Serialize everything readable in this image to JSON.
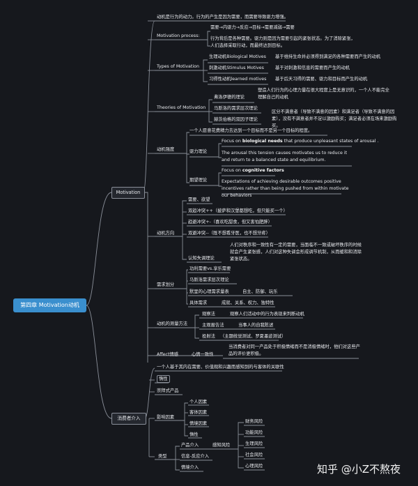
{
  "root": "第四章 Motivation动机",
  "motivation": {
    "label": "Motivation",
    "intro": "动机是行为的动力。行为的产生是因为需要，而需要导致驱力增强。",
    "process": {
      "label": "Motivation process:",
      "line1": "需要→内驱力→反应→目标→需要减弱→需要",
      "line2": "行为背后是各种需要。驱力则是因为需要引起的紧张状态。为了消除紧张，人们选择采取行动，而最终达到目标。"
    },
    "types": {
      "label": "Types of Motivation",
      "items": [
        {
          "name": "生理动机Biological Motives",
          "desc": "基于维持生命并必须得到满足的各种需要而产生的动机"
        },
        {
          "name": "刺激动机Stimulus Motives",
          "desc": "基于对刺激和信息的需要而产生的动机"
        },
        {
          "name": "习得性动机learned motives",
          "desc": "基于后天习得的需要、驱力和目标而产生的动机"
        }
      ]
    },
    "theories": {
      "label": "Theories of Motivation",
      "freud": "弗洛伊德的理论",
      "freud_desc": "塑造人们行为的心理力量在很大程度上是无意识的，一个人不能完全理解自己的动机",
      "maslow": "马斯洛的需求层次理论",
      "herzberg": "赫茨伯格的双因子理论",
      "herzberg_desc": "区分不满意者（导致不满意的因素）和满足者（导致不满意的因素），没有不满意者并不足以激励购买；满足者必须在场来激励购买。"
    },
    "intensity": {
      "label": "动机强度",
      "desc": "一个人愿意花费精力去达到一个目标而不是另一个目标的程度。",
      "drive": {
        "label": "驱力理论",
        "focus_pre": "Focus on ",
        "focus_bold": "biological needs",
        "focus_post": " that produce unpleasant states of arousal .",
        "text": "The arousal this tension causes motivates us to reduce it and return to a balanced state and equilibrium."
      },
      "expect": {
        "label": "期望理论",
        "focus_pre": "Focus on ",
        "focus_bold": "cognitive factors",
        "text": "Expectations of achieving desirable outcomes positive incentives rather than being pushed from within motivate our behaviors"
      }
    },
    "direction": {
      "label": "动机方向",
      "items": [
        "需要、欲望",
        "双趋冲突++（披萨和汉堡都想吃，但只能买一个）",
        "趋避冲突+-（喜欢吃甜食，但又害怕肥胖）",
        "双避冲突--（既不想看牙医，也不想牙疼）"
      ],
      "dissonance": "认知失调理论",
      "dissonance_desc": "人们对秩序和一致性有一定的需要，当面临不一致或破坏秩序的时候就会产生紧张感，人们对这种失调会形成调节机制，从而缓和和消除紧张状态。"
    },
    "needs": {
      "label": "需求划分",
      "item1": "功利需要vs.享乐需要",
      "item2": "马斯洛需求层次理论",
      "item3": "默里的心理需求量表",
      "item3_vals": "自主、防御、玩乐",
      "item4": "具体需求",
      "item4_vals": "成就、关系、权力、独特性"
    },
    "measure": {
      "label": "动机的测量方法",
      "m1": "观察法",
      "m1_desc": "观察人们活动中的行为表现来判断动机",
      "m2": "主观报告法",
      "m2_desc": "当事人的自我陈述",
      "m3": "投射法",
      "m3_desc": "（主题统觉测试、罗夏墨迹测试）"
    },
    "affect": {
      "label": "Affect情感",
      "sub": "心情一致性",
      "desc": "当消费者对同一产品处于积极情绪而不是消极情绪时，他们对这些产品的评价更积极。"
    }
  },
  "involvement": {
    "label": "消费者介入",
    "desc": "一个人基于其内在需要、价值观和兴趣而感知到的与客体的关联性",
    "inertia": "惰性",
    "cult": "崇拜式产品",
    "factors": {
      "label": "影响因素",
      "items": [
        "个人因素",
        "客体因素",
        "情境因素",
        "惰性"
      ]
    },
    "types": {
      "label": "类型",
      "product": "产品介入",
      "perceived": "感知风险",
      "risks": [
        "财务风险",
        "功能风险",
        "生理风险",
        "社会风险",
        "心理风险"
      ],
      "message": "信息-反应介入",
      "situation": "情境介入"
    }
  },
  "watermark": "知乎 @小Z不熬夜",
  "colors": {
    "background": "#16181d",
    "root": "#3a8fce",
    "line": "#8a8f99"
  }
}
